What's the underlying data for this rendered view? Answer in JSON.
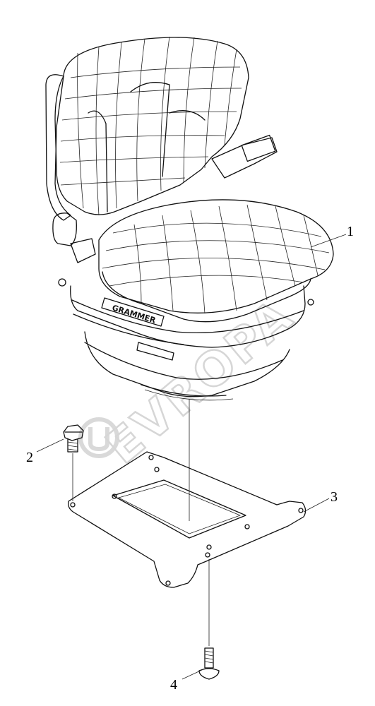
{
  "callouts": [
    {
      "id": "1",
      "part": "seat-assembly"
    },
    {
      "id": "2",
      "part": "hex-bolt"
    },
    {
      "id": "3",
      "part": "mounting-plate"
    },
    {
      "id": "4",
      "part": "countersunk-bolt"
    }
  ],
  "seat_brand": "GRAMMER",
  "watermark": "EVROPA"
}
